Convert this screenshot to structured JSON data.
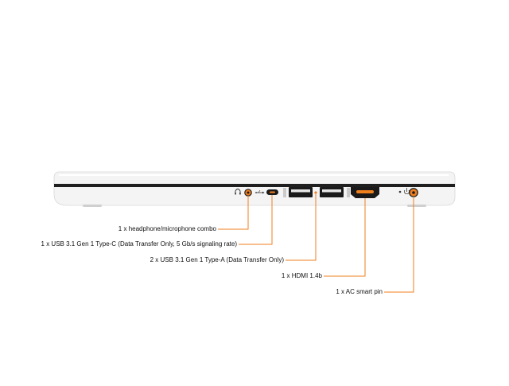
{
  "accent_color": "#f07f1e",
  "laptop": {
    "body_color": "#f4f4f4",
    "edge_color": "#1f1f1f"
  },
  "ports": [
    {
      "icon": "headphone-icon",
      "label": "1 x headphone/microphone combo"
    },
    {
      "icon": "usb-c-icon",
      "label": "1 x USB 3.1 Gen 1 Type-C (Data Transfer Only, 5 Gb/s signaling rate)"
    },
    {
      "icon": "usb-a-icon",
      "label": "2 x USB 3.1 Gen 1 Type-A (Data Transfer Only)"
    },
    {
      "icon": "hdmi-icon",
      "label": "1 x HDMI 1.4b"
    },
    {
      "icon": "power-icon",
      "label": "1 x AC smart pin"
    }
  ]
}
